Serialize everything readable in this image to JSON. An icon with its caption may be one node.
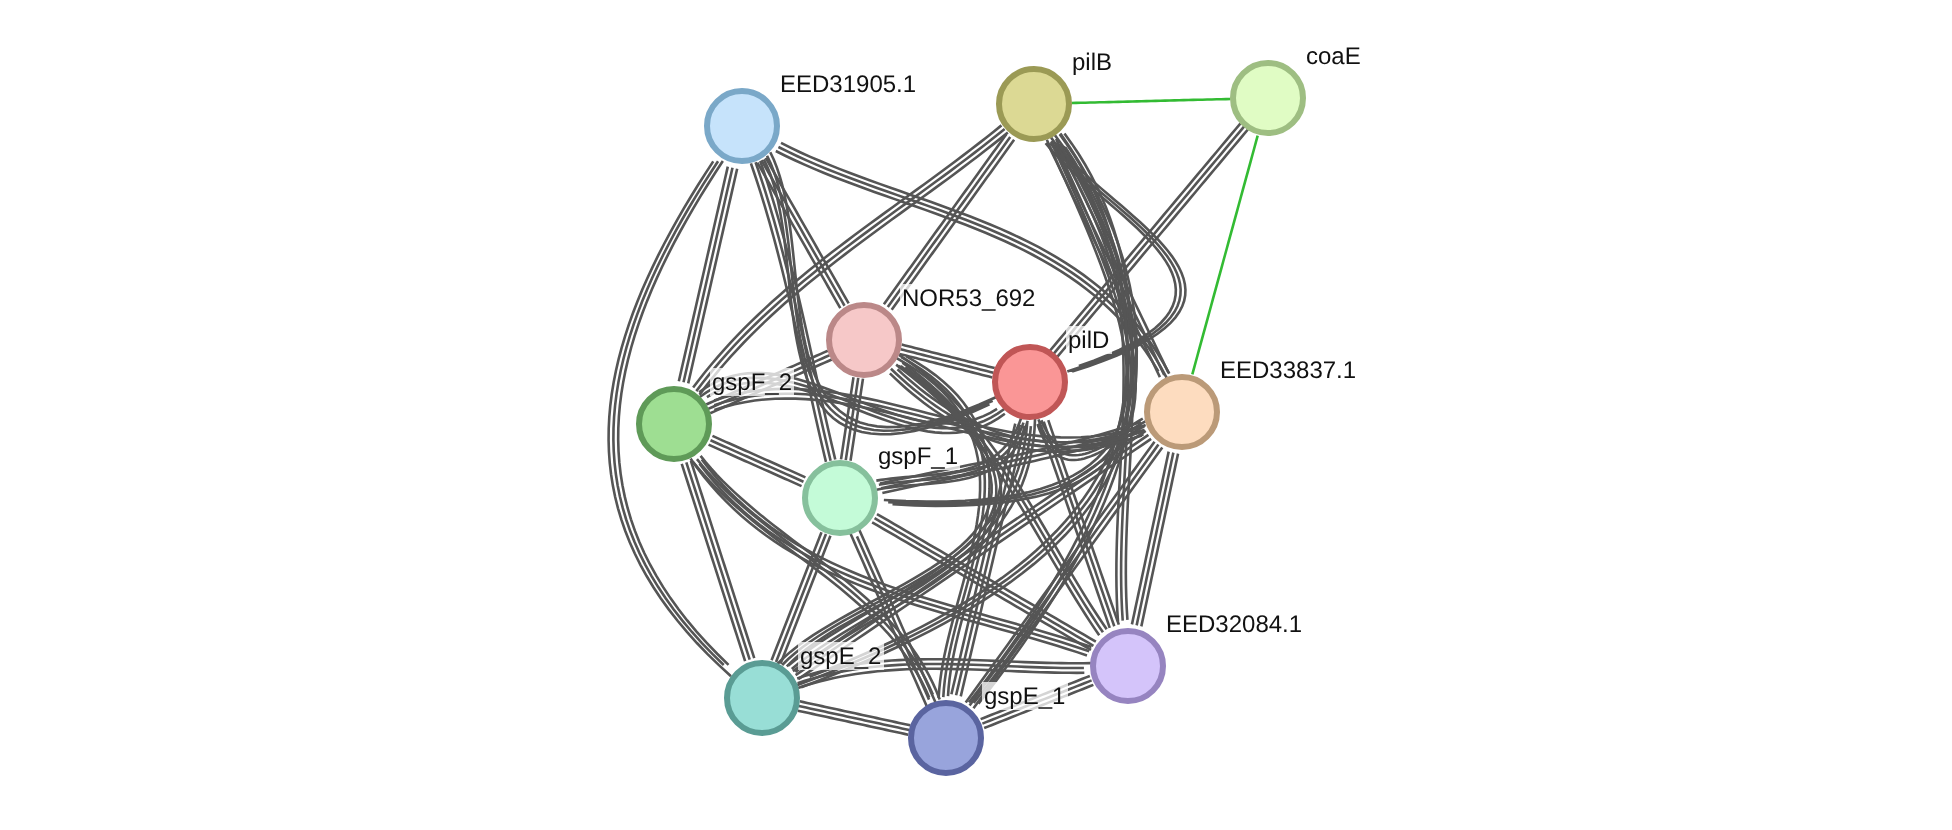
{
  "diagram": {
    "nodes": [
      {
        "text": [
          "EED31905.1"
        ]
      },
      {
        "text": [
          "pilB"
        ]
      },
      {
        "text": [
          "coaE"
        ]
      },
      {
        "text": [
          "NOR53_692"
        ]
      },
      {
        "text": [
          "pilD"
        ]
      },
      {
        "text": [
          "EED33837.1"
        ]
      },
      {
        "text": [
          "gspF_2"
        ]
      },
      {
        "text": [
          "gspF_1"
        ]
      },
      {
        "text": [
          "EED32084.1"
        ]
      },
      {
        "text": [
          "gspE_2"
        ]
      },
      {
        "text": [
          "gspE_1"
        ]
      }
    ],
    "edges": [
      {
        "from": 1,
        "to": 2,
        "arrow": "none",
        "color": "#33bb33"
      },
      {
        "from": 2,
        "to": 4,
        "arrow": "none"
      },
      {
        "from": 2,
        "to": 5,
        "arrow": "none",
        "color": "#33bb33"
      },
      {
        "from": 0,
        "to": 3,
        "arrow": "none"
      },
      {
        "from": 0,
        "to": 4,
        "arrow": "none"
      },
      {
        "from": 0,
        "to": 5,
        "arrow": "none"
      },
      {
        "from": 0,
        "to": 6,
        "arrow": "none"
      },
      {
        "from": 0,
        "to": 7,
        "arrow": "none"
      },
      {
        "from": 0,
        "to": 9,
        "arrow": "none"
      },
      {
        "from": 1,
        "to": 3,
        "arrow": "none"
      },
      {
        "from": 1,
        "to": 4,
        "arrow": "none"
      },
      {
        "from": 1,
        "to": 5,
        "arrow": "none"
      },
      {
        "from": 1,
        "to": 6,
        "arrow": "none"
      },
      {
        "from": 1,
        "to": 7,
        "arrow": "none"
      },
      {
        "from": 1,
        "to": 8,
        "arrow": "none"
      },
      {
        "from": 1,
        "to": 9,
        "arrow": "none"
      },
      {
        "from": 1,
        "to": 10,
        "arrow": "none"
      },
      {
        "from": 3,
        "to": 4,
        "arrow": "none"
      },
      {
        "from": 3,
        "to": 5,
        "arrow": "none"
      },
      {
        "from": 3,
        "to": 6,
        "arrow": "none"
      },
      {
        "from": 3,
        "to": 7,
        "arrow": "none"
      },
      {
        "from": 3,
        "to": 8,
        "arrow": "none"
      },
      {
        "from": 3,
        "to": 9,
        "arrow": "none"
      },
      {
        "from": 3,
        "to": 10,
        "arrow": "none"
      },
      {
        "from": 4,
        "to": 5,
        "arrow": "none"
      },
      {
        "from": 4,
        "to": 6,
        "arrow": "none"
      },
      {
        "from": 4,
        "to": 7,
        "arrow": "none"
      },
      {
        "from": 4,
        "to": 8,
        "arrow": "none"
      },
      {
        "from": 4,
        "to": 9,
        "arrow": "none"
      },
      {
        "from": 4,
        "to": 10,
        "arrow": "none"
      },
      {
        "from": 5,
        "to": 6,
        "arrow": "none"
      },
      {
        "from": 5,
        "to": 7,
        "arrow": "none"
      },
      {
        "from": 5,
        "to": 8,
        "arrow": "none"
      },
      {
        "from": 5,
        "to": 9,
        "arrow": "none"
      },
      {
        "from": 5,
        "to": 10,
        "arrow": "none"
      },
      {
        "from": 6,
        "to": 7,
        "arrow": "none"
      },
      {
        "from": 6,
        "to": 8,
        "arrow": "none"
      },
      {
        "from": 6,
        "to": 9,
        "arrow": "none"
      },
      {
        "from": 6,
        "to": 10,
        "arrow": "none"
      },
      {
        "from": 7,
        "to": 8,
        "arrow": "none"
      },
      {
        "from": 7,
        "to": 9,
        "arrow": "none"
      },
      {
        "from": 7,
        "to": 10,
        "arrow": "none"
      },
      {
        "from": 8,
        "to": 9,
        "arrow": "none"
      },
      {
        "from": 8,
        "to": 10,
        "arrow": "none"
      },
      {
        "from": 9,
        "to": 10,
        "arrow": "none"
      }
    ]
  }
}
